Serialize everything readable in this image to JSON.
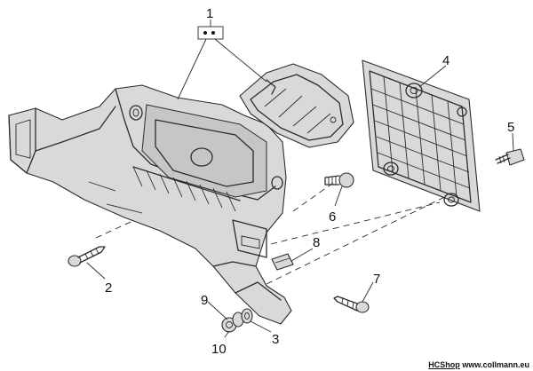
{
  "callouts": {
    "c1": "1",
    "c2": "2",
    "c3": "3",
    "c4": "4",
    "c5": "5",
    "c6": "6",
    "c7": "7",
    "c8": "8",
    "c9": "9",
    "c10": "10"
  },
  "footer": {
    "brand": "HCShop",
    "url": "www.collmann.eu"
  }
}
